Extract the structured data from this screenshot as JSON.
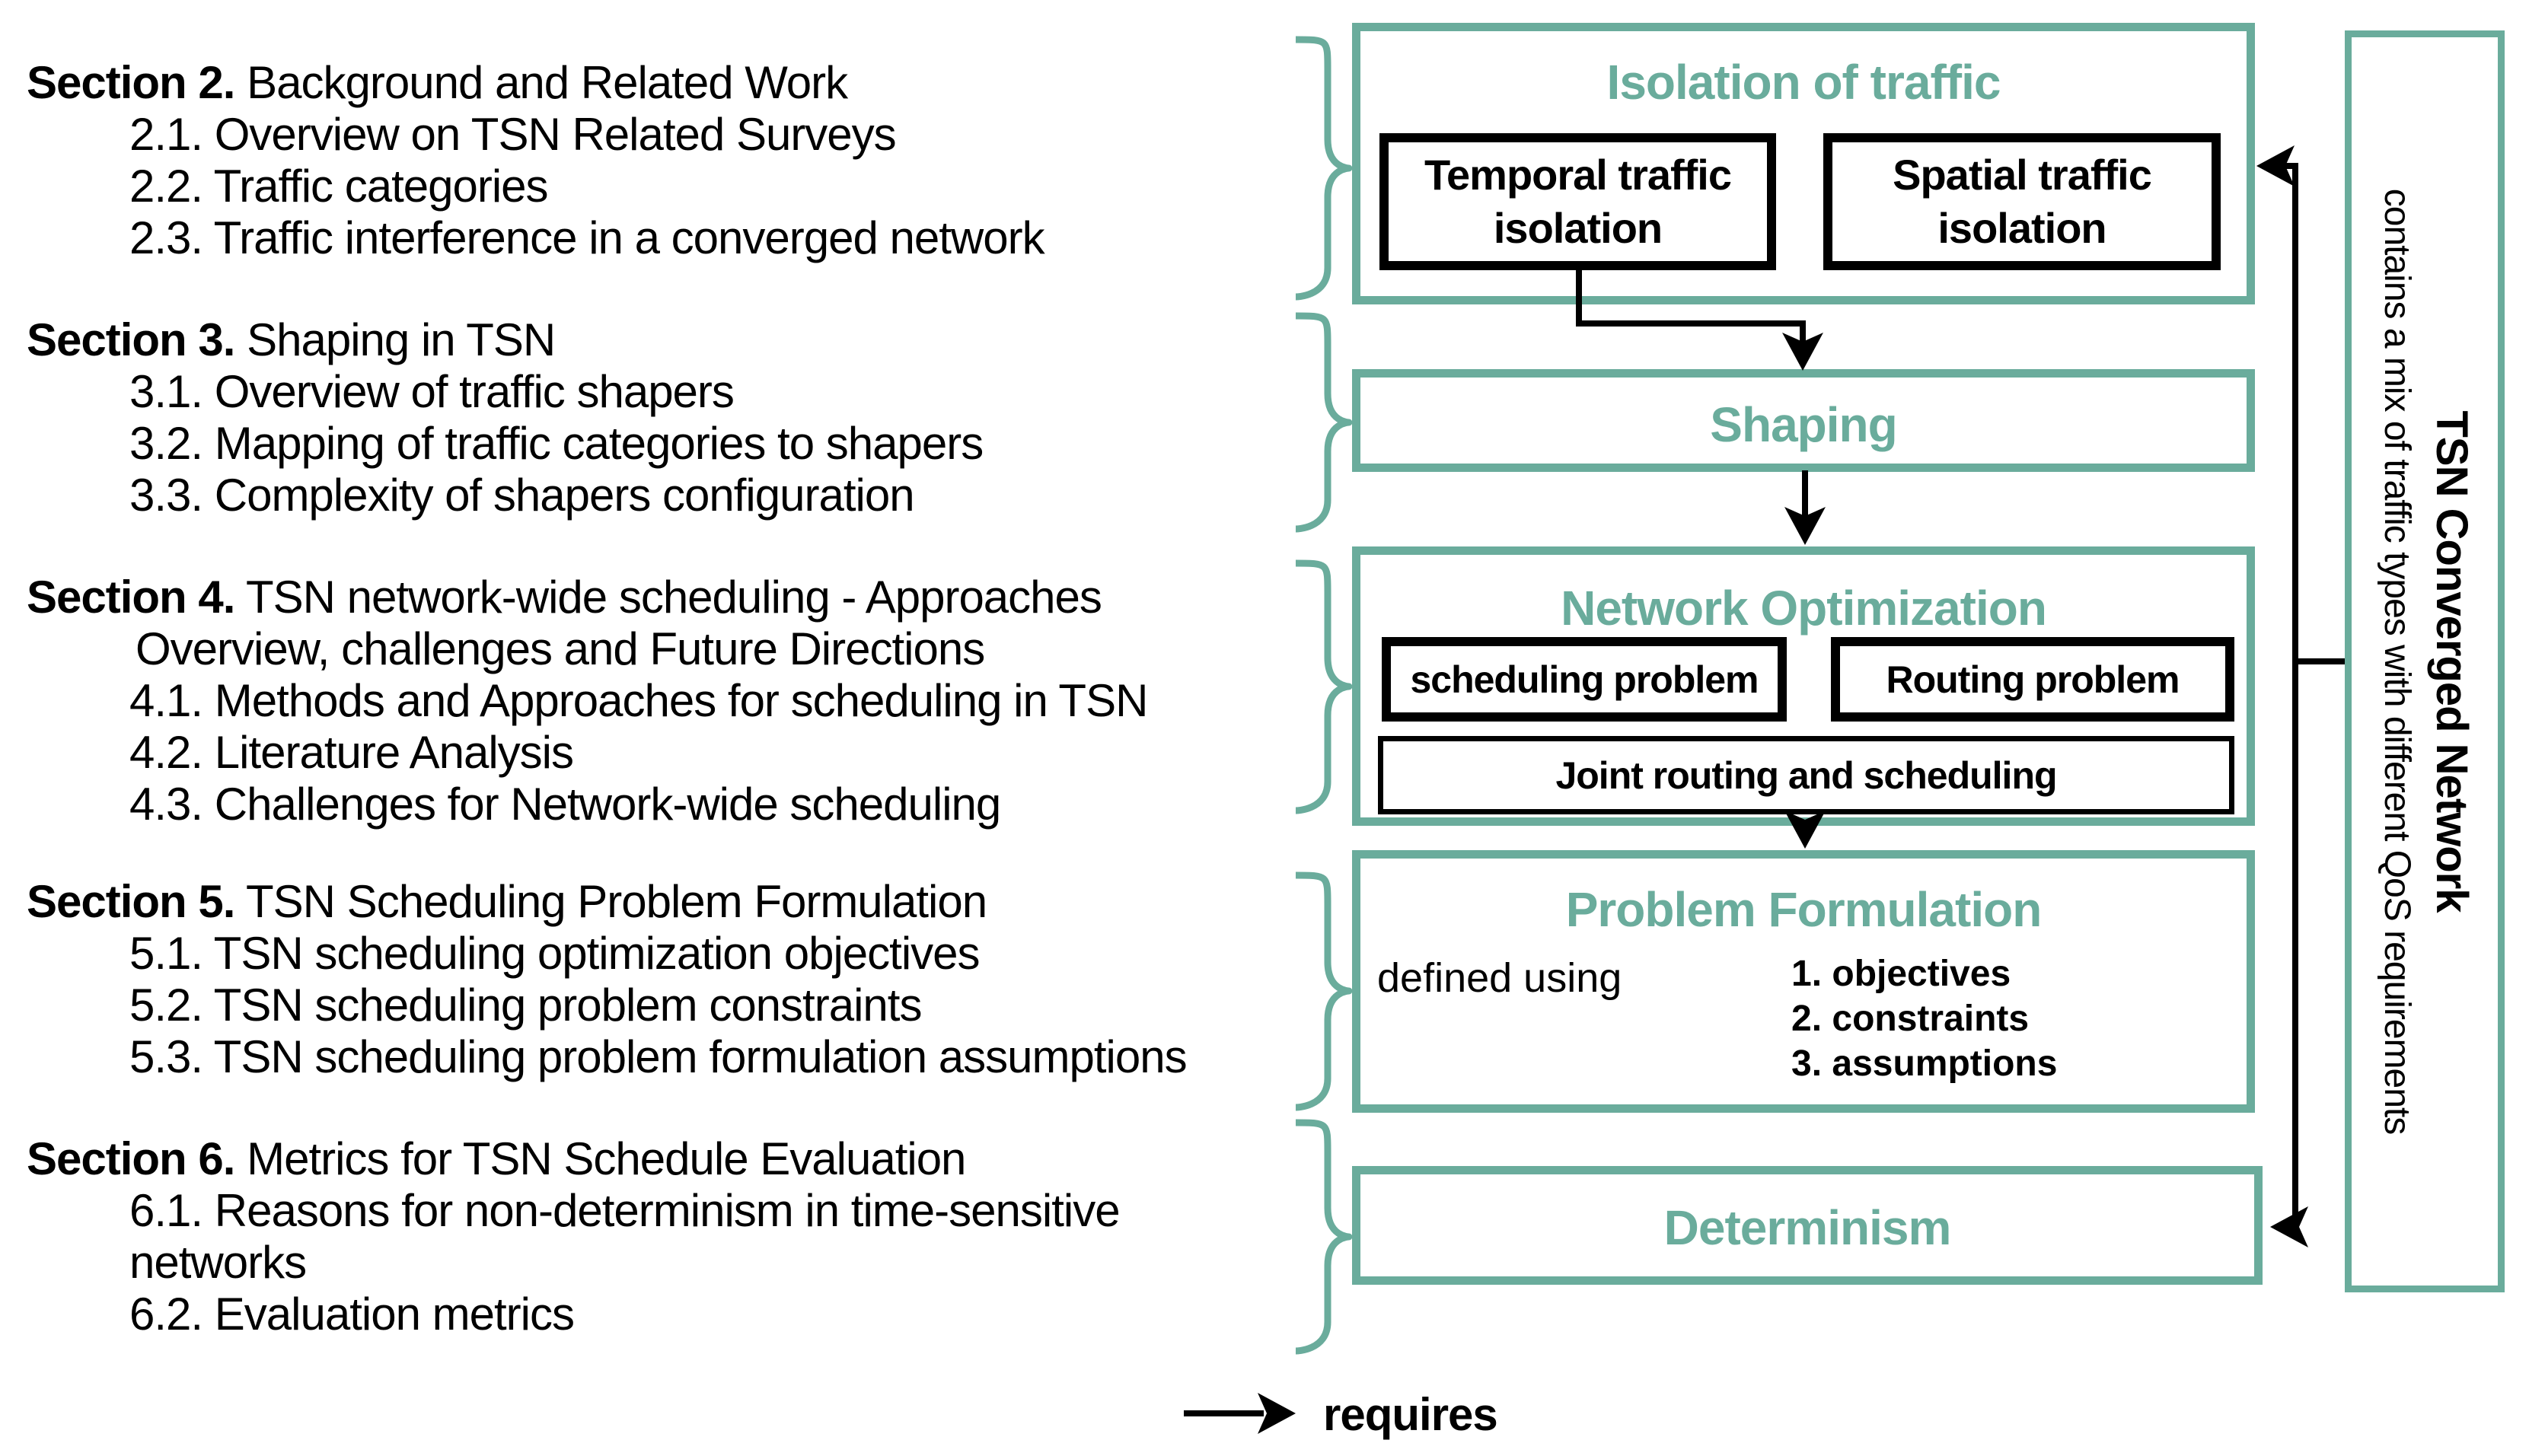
{
  "colors": {
    "teal": "#6AAC9C",
    "black": "#000000"
  },
  "toc": {
    "sections": [
      {
        "num": "Section 2.",
        "title": " Background and Related Work",
        "items": [
          "2.1. Overview on TSN Related Surveys",
          "2.2. Traffic categories",
          "2.3. Traffic interference in a converged network"
        ]
      },
      {
        "num": "Section 3.",
        "title": " Shaping in TSN",
        "items": [
          "3.1. Overview of traffic shapers",
          "3.2. Mapping of traffic categories to shapers",
          "3.3. Complexity of shapers configuration"
        ]
      },
      {
        "num": "Section 4.",
        "title": " TSN network-wide scheduling - Approaches",
        "title2": "Overview, challenges and Future Directions",
        "items": [
          "4.1. Methods and Approaches for scheduling in TSN",
          "4.2. Literature Analysis",
          "4.3. Challenges for Network-wide scheduling"
        ]
      },
      {
        "num": "Section 5.",
        "title": " TSN Scheduling Problem Formulation",
        "items": [
          "5.1. TSN scheduling optimization objectives",
          "5.2. TSN scheduling problem constraints",
          "5.3. TSN scheduling problem formulation assumptions"
        ]
      },
      {
        "num": "Section 6.",
        "title": " Metrics for TSN Schedule Evaluation",
        "items": [
          "6.1. Reasons for non-determinism in time-sensitive networks",
          "6.2. Evaluation metrics"
        ]
      }
    ]
  },
  "diagram": {
    "isolation": {
      "title": "Isolation of traffic",
      "temporal": "Temporal traffic isolation",
      "spatial": "Spatial traffic isolation"
    },
    "shaping": {
      "title": "Shaping"
    },
    "network_optimization": {
      "title": "Network Optimization",
      "scheduling": "scheduling problem",
      "routing": "Routing problem",
      "joint": "Joint routing and scheduling"
    },
    "problem_formulation": {
      "title": "Problem Formulation",
      "prefix": "defined using",
      "items": [
        "1. objectives",
        "2. constraints",
        "3. assumptions"
      ]
    },
    "determinism": {
      "title": "Determinism"
    },
    "tsn_network": {
      "title": "TSN Converged Network",
      "subtitle": "contains a mix of traffic types with different QoS requirements"
    }
  },
  "legend": {
    "label": "requires"
  }
}
